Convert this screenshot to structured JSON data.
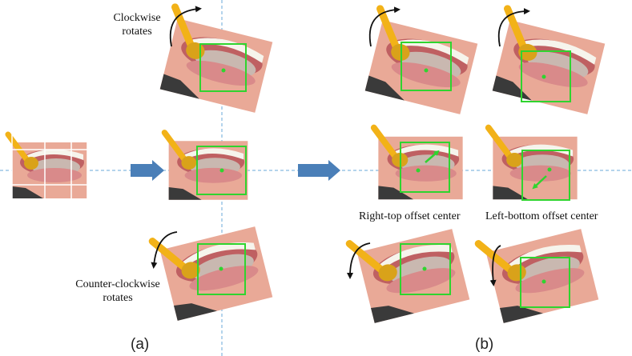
{
  "annotations": {
    "clockwise": [
      "Clockwise",
      "rotates"
    ],
    "counter_clockwise": [
      "Counter-clockwise",
      "rotates"
    ],
    "right_top": "Right-top offset center",
    "left_bottom": "Left-bottom offset center"
  },
  "panel_labels": {
    "a": "(a)",
    "b": "(b)"
  },
  "colors": {
    "bbox": "#2fd42f",
    "crosshair": "#6aaad8",
    "process_arrow": "#4a7fb8",
    "rotation_arrow": "#111111"
  }
}
